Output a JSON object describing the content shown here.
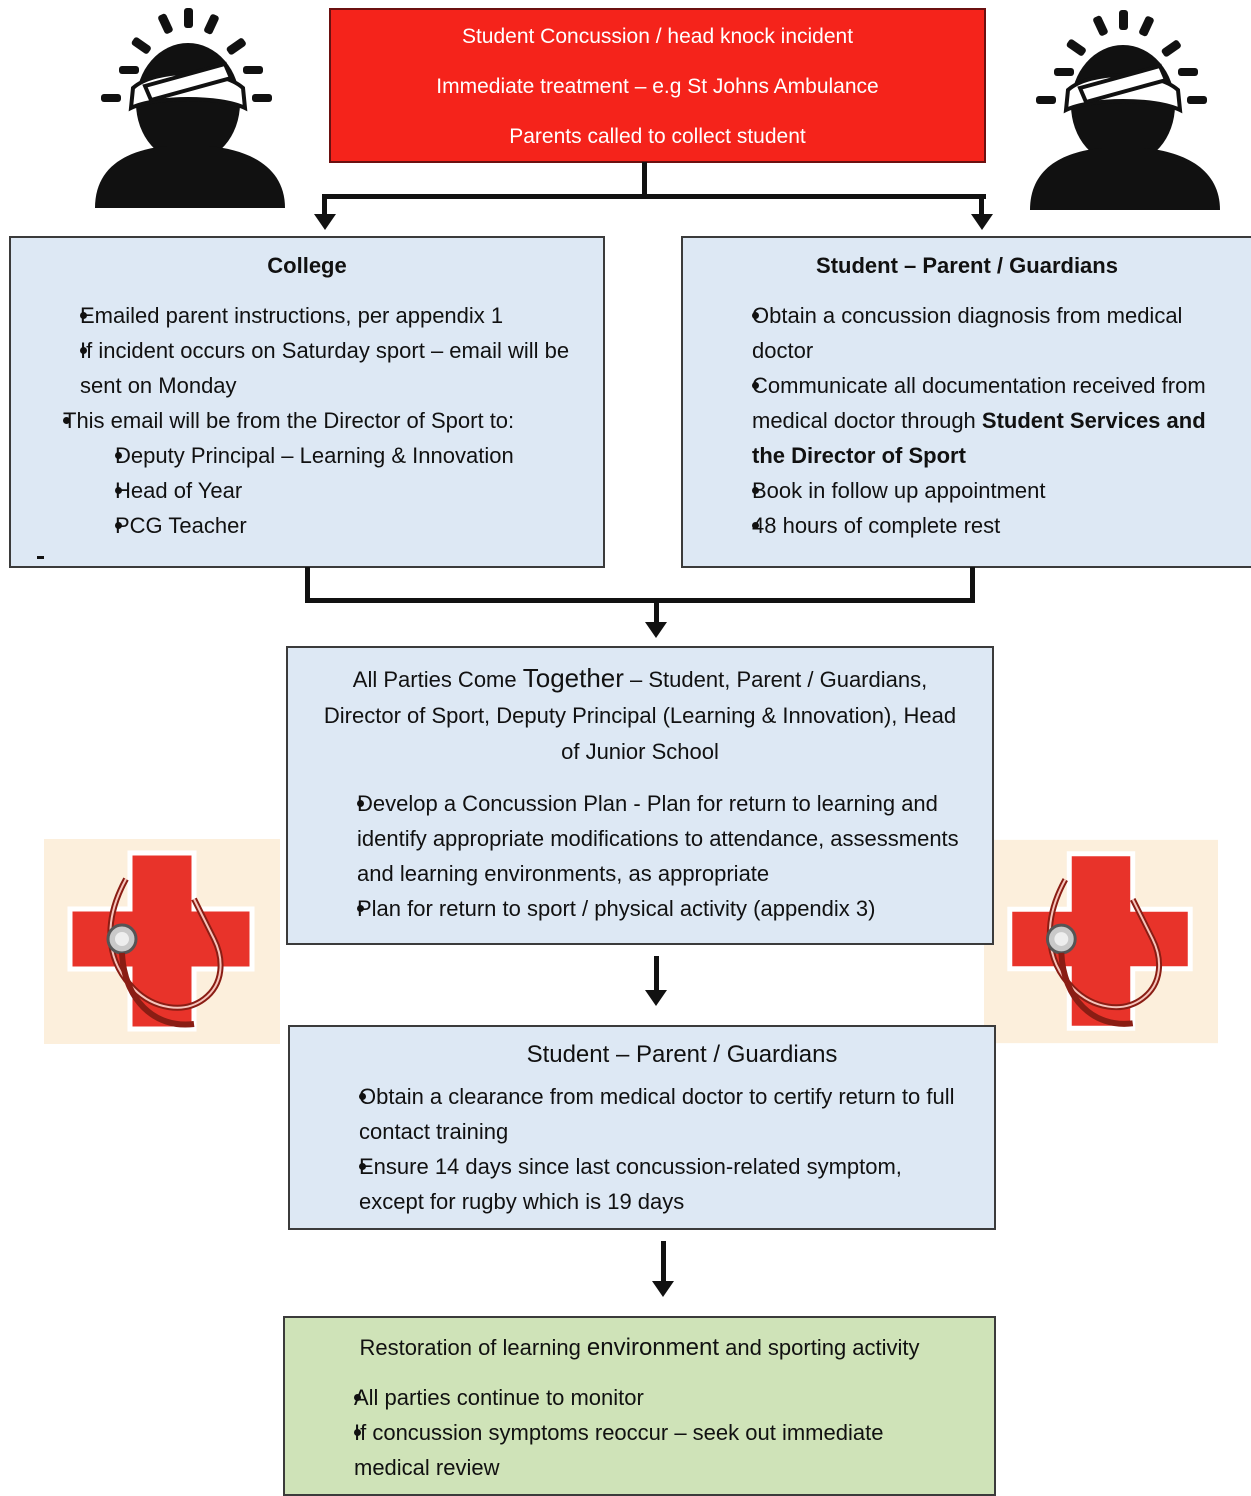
{
  "incident": {
    "lines": [
      "Student Concussion / head knock incident",
      "Immediate treatment – e.g St Johns Ambulance",
      "Parents called to collect student"
    ]
  },
  "college": {
    "title": "College",
    "items": [
      "Emailed parent instructions, per appendix 1",
      "If incident occurs on Saturday sport – email will be sent on Monday",
      "This email will be from the Director of Sport to:"
    ],
    "subitems": [
      "Deputy Principal – Learning & Innovation",
      "Head of Year",
      "PCG Teacher"
    ]
  },
  "parents_first": {
    "title": "Student – Parent / Guardians",
    "items": [
      "Obtain a concussion diagnosis from medical doctor",
      "Book in follow up appointment",
      "48 hours of complete rest"
    ],
    "communicate_prefix": "Communicate all documentation received from medical doctor through ",
    "communicate_bold": "Student Services and the Director of Sport"
  },
  "together": {
    "heading_part1": "All Parties Come ",
    "heading_big": "Together",
    "heading_part2": " – Student, Parent / Guardians, Director of Sport, Deputy Principal (Learning & Innovation), Head of Junior School",
    "items": [
      "Develop a Concussion Plan - Plan for return to learning and identify appropriate modifications to attendance, assessments and learning environments, as appropriate",
      "Plan for return to sport / physical activity (appendix 3)"
    ]
  },
  "parents_second": {
    "title": "Student – Parent / Guardians",
    "items": [
      "Obtain a clearance from medical doctor to certify return to full contact training",
      "Ensure 14 days since last concussion-related symptom, except for rugby which is 19 days"
    ]
  },
  "restoration": {
    "heading_part1": "Restoration of learning ",
    "heading_big": "environment",
    "heading_part2": " and sporting activity",
    "items": [
      "All parties continue to monitor",
      "If concussion symptoms reoccur – seek out immediate medical review"
    ]
  },
  "icons": {
    "head": "injured-head-icon",
    "medical": "medical-cross-stethoscope-icon",
    "cross_color": "#e8332a",
    "tile_color": "#fcefdc",
    "incident_color": "#f5231b",
    "blue_box": "#dde8f4",
    "green_box": "#cfe3b8"
  }
}
